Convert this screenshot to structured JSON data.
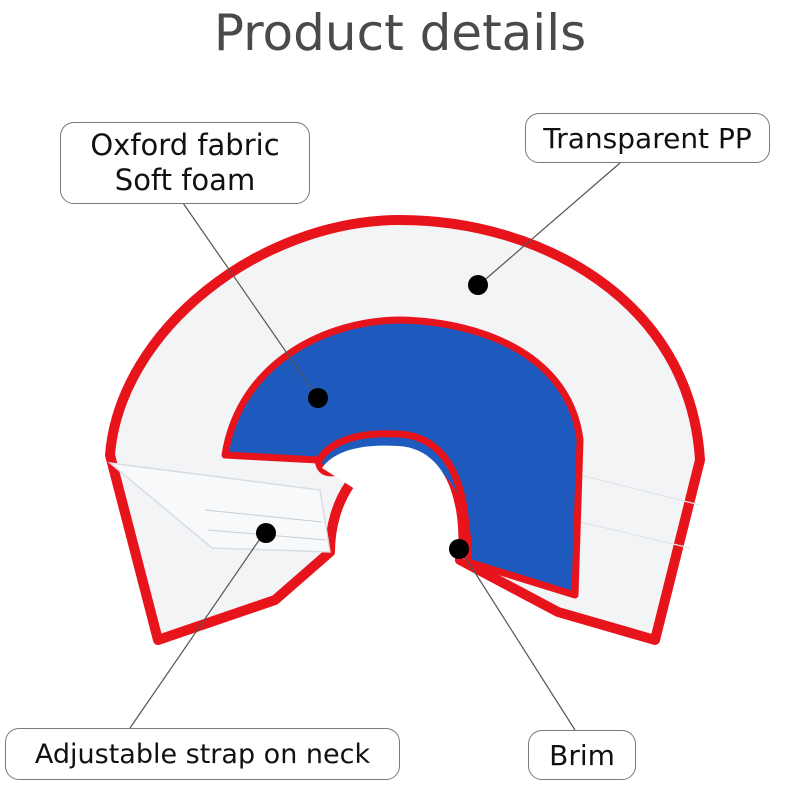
{
  "title": "Product details",
  "callouts": {
    "oxford": {
      "line1": "Oxford fabric",
      "line2": "Soft foam"
    },
    "pp": {
      "label": "Transparent PP"
    },
    "strap": {
      "label": "Adjustable strap on neck"
    },
    "brim": {
      "label": "Brim"
    }
  },
  "colors": {
    "trim": "#e8141c",
    "padding": "#1f5bbf",
    "shield": "#f1f3f5",
    "marker": "#000000",
    "title": "#4a4a4a"
  }
}
